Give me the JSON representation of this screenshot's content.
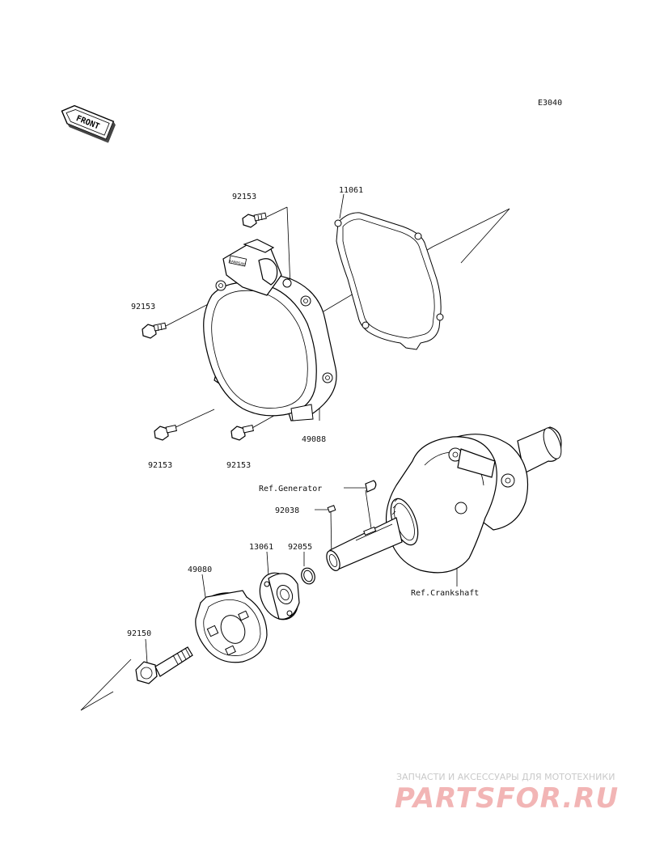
{
  "diagram": {
    "code": "E3040",
    "front_badge": "FRONT",
    "part_labels": {
      "bolt_top": "92153",
      "gasket": "11061",
      "bolt_left": "92153",
      "cover": "49088",
      "bolt_bottom_left": "92153",
      "bolt_bottom_mid": "92153",
      "ref_generator": "Ref.Generator",
      "key": "92038",
      "oring": "92055",
      "hub": "13061",
      "cup": "49080",
      "bolt_main": "92150",
      "ref_crankshaft": "Ref.Crankshaft"
    },
    "cover_embossed_text": "KAWASAKI"
  },
  "watermark": {
    "tagline": "ЗАПЧАСТИ И АКСЕССУАРЫ ДЛЯ МОТОТЕХНИКИ",
    "brand": "PARTSFOR.RU"
  }
}
